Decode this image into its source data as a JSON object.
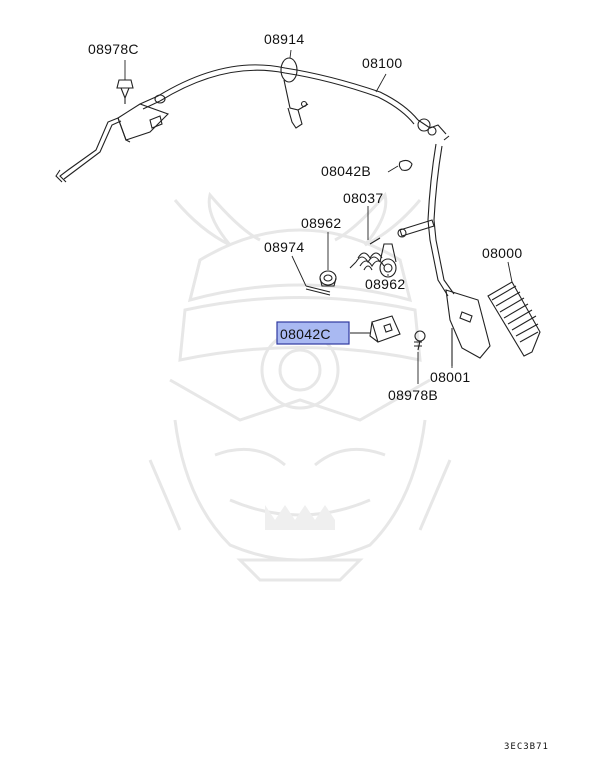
{
  "callouts": [
    {
      "id": "08978C",
      "text": "08978C"
    },
    {
      "id": "08914",
      "text": "08914"
    },
    {
      "id": "08100",
      "text": "08100"
    },
    {
      "id": "08042B",
      "text": "08042B"
    },
    {
      "id": "08037",
      "text": "08037"
    },
    {
      "id": "08962a",
      "text": "08962"
    },
    {
      "id": "08974",
      "text": "08974"
    },
    {
      "id": "08962b",
      "text": "08962"
    },
    {
      "id": "08000",
      "text": "08000"
    },
    {
      "id": "08042C",
      "text": "08042C",
      "highlighted": true
    },
    {
      "id": "08001",
      "text": "08001"
    },
    {
      "id": "08978B",
      "text": "08978B"
    }
  ],
  "diagram_code": "3EC3B71",
  "highlight_color": "#a9b9f2",
  "watermark_icon": "samurai-helmet-icon"
}
